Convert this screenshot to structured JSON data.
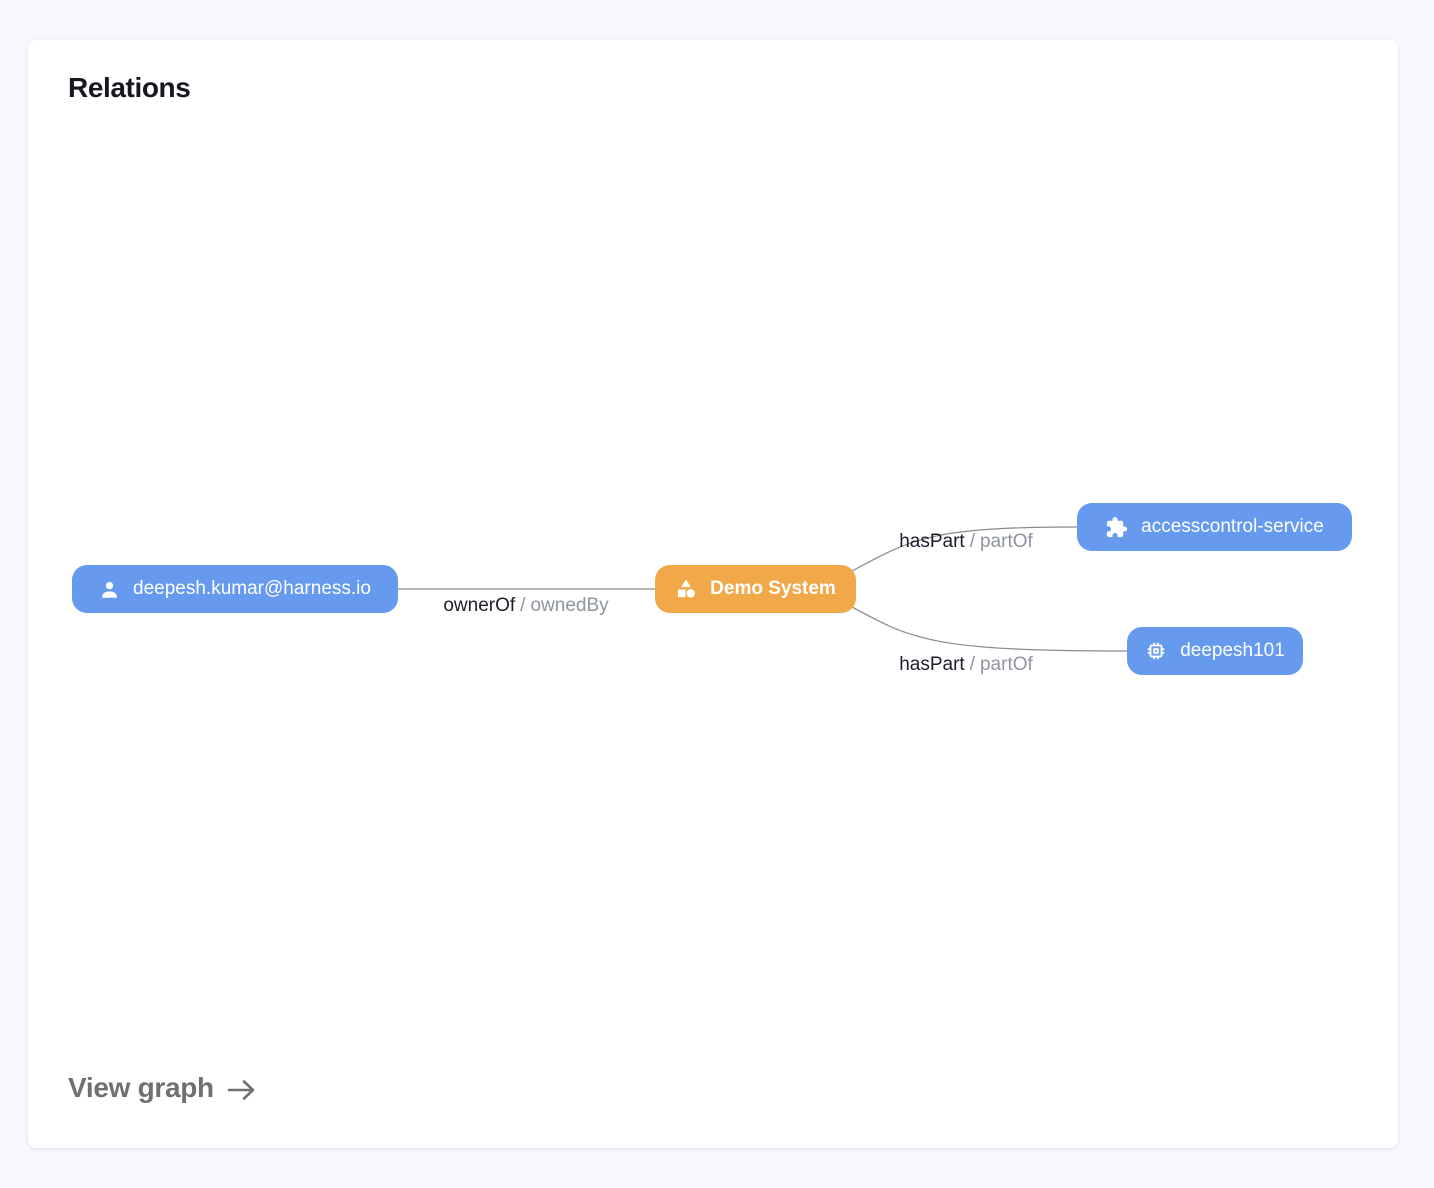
{
  "card": {
    "title": "Relations",
    "footer": {
      "view_graph_label": "View graph",
      "arrow_icon": "arrow-right-icon"
    }
  },
  "colors": {
    "page_background": "#f6f8fc",
    "card_background": "#ffffff",
    "node_blue": "#669AEF",
    "node_orange": "#F0A848",
    "edge_line": "#8a8a8a",
    "edge_label_primary": "#1d1e2c",
    "edge_label_secondary": "#8f959e",
    "view_graph_text": "#707070"
  },
  "graph": {
    "nodes": [
      {
        "id": "user",
        "label": "deepesh.kumar@harness.io",
        "icon": "person-icon",
        "color": "#669AEF"
      },
      {
        "id": "system",
        "label": "Demo System",
        "icon": "shapes-icon",
        "color": "#F0A848"
      },
      {
        "id": "service",
        "label": "accesscontrol-service",
        "icon": "puzzle-icon",
        "color": "#669AEF"
      },
      {
        "id": "component",
        "label": "deepesh101",
        "icon": "chip-icon",
        "color": "#669AEF"
      }
    ],
    "edges": [
      {
        "from": "user",
        "to": "system",
        "label_primary": "ownerOf",
        "separator": "/",
        "label_secondary": "ownedBy"
      },
      {
        "from": "system",
        "to": "service",
        "label_primary": "hasPart",
        "separator": "/",
        "label_secondary": "partOf"
      },
      {
        "from": "system",
        "to": "component",
        "label_primary": "hasPart",
        "separator": "/",
        "label_secondary": "partOf"
      }
    ]
  }
}
